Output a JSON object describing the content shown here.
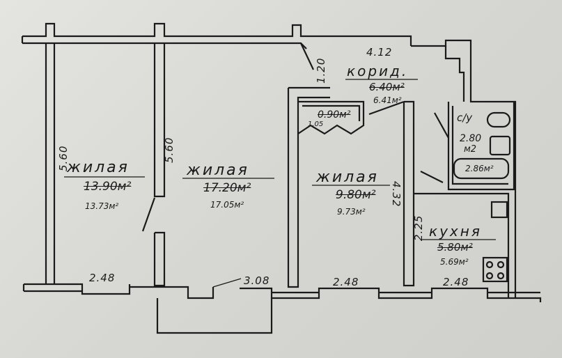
{
  "rooms": {
    "living1": {
      "name": "жилая",
      "area_orig": "13.90м²",
      "area_new": "13.73м²"
    },
    "living2": {
      "name": "жилая",
      "area_orig": "17.20м²",
      "area_new": "17.05м²"
    },
    "living3": {
      "name": "жилая",
      "area_orig": "9.80м²",
      "area_new": "9.73м²"
    },
    "corridor": {
      "name": "корид.",
      "area_orig": "6.40м²",
      "area_new": "6.41м²"
    },
    "closet": {
      "area_orig": "0.90м²",
      "area_new": "1.05"
    },
    "bathroom": {
      "name": "с/у",
      "area_orig": "2.80",
      "unit": "м2",
      "area_new": "2.86м²"
    },
    "kitchen": {
      "name": "кухня",
      "area_orig": "5.80м²",
      "area_new": "5.69м²"
    }
  },
  "dimensions": {
    "left_height": "5.60",
    "partition_height": "5.60",
    "corridor_width": "4.12",
    "corridor_depth": "1.20",
    "room3_depth": "4.32",
    "kitchen_depth": "2.25",
    "room1_width": "2.48",
    "balcony_width": "3.08",
    "room3_width": "2.48",
    "kitchen_width": "2.48"
  },
  "colors": {
    "paper": "#dcdcd8",
    "ink": "#1a1a1a"
  }
}
